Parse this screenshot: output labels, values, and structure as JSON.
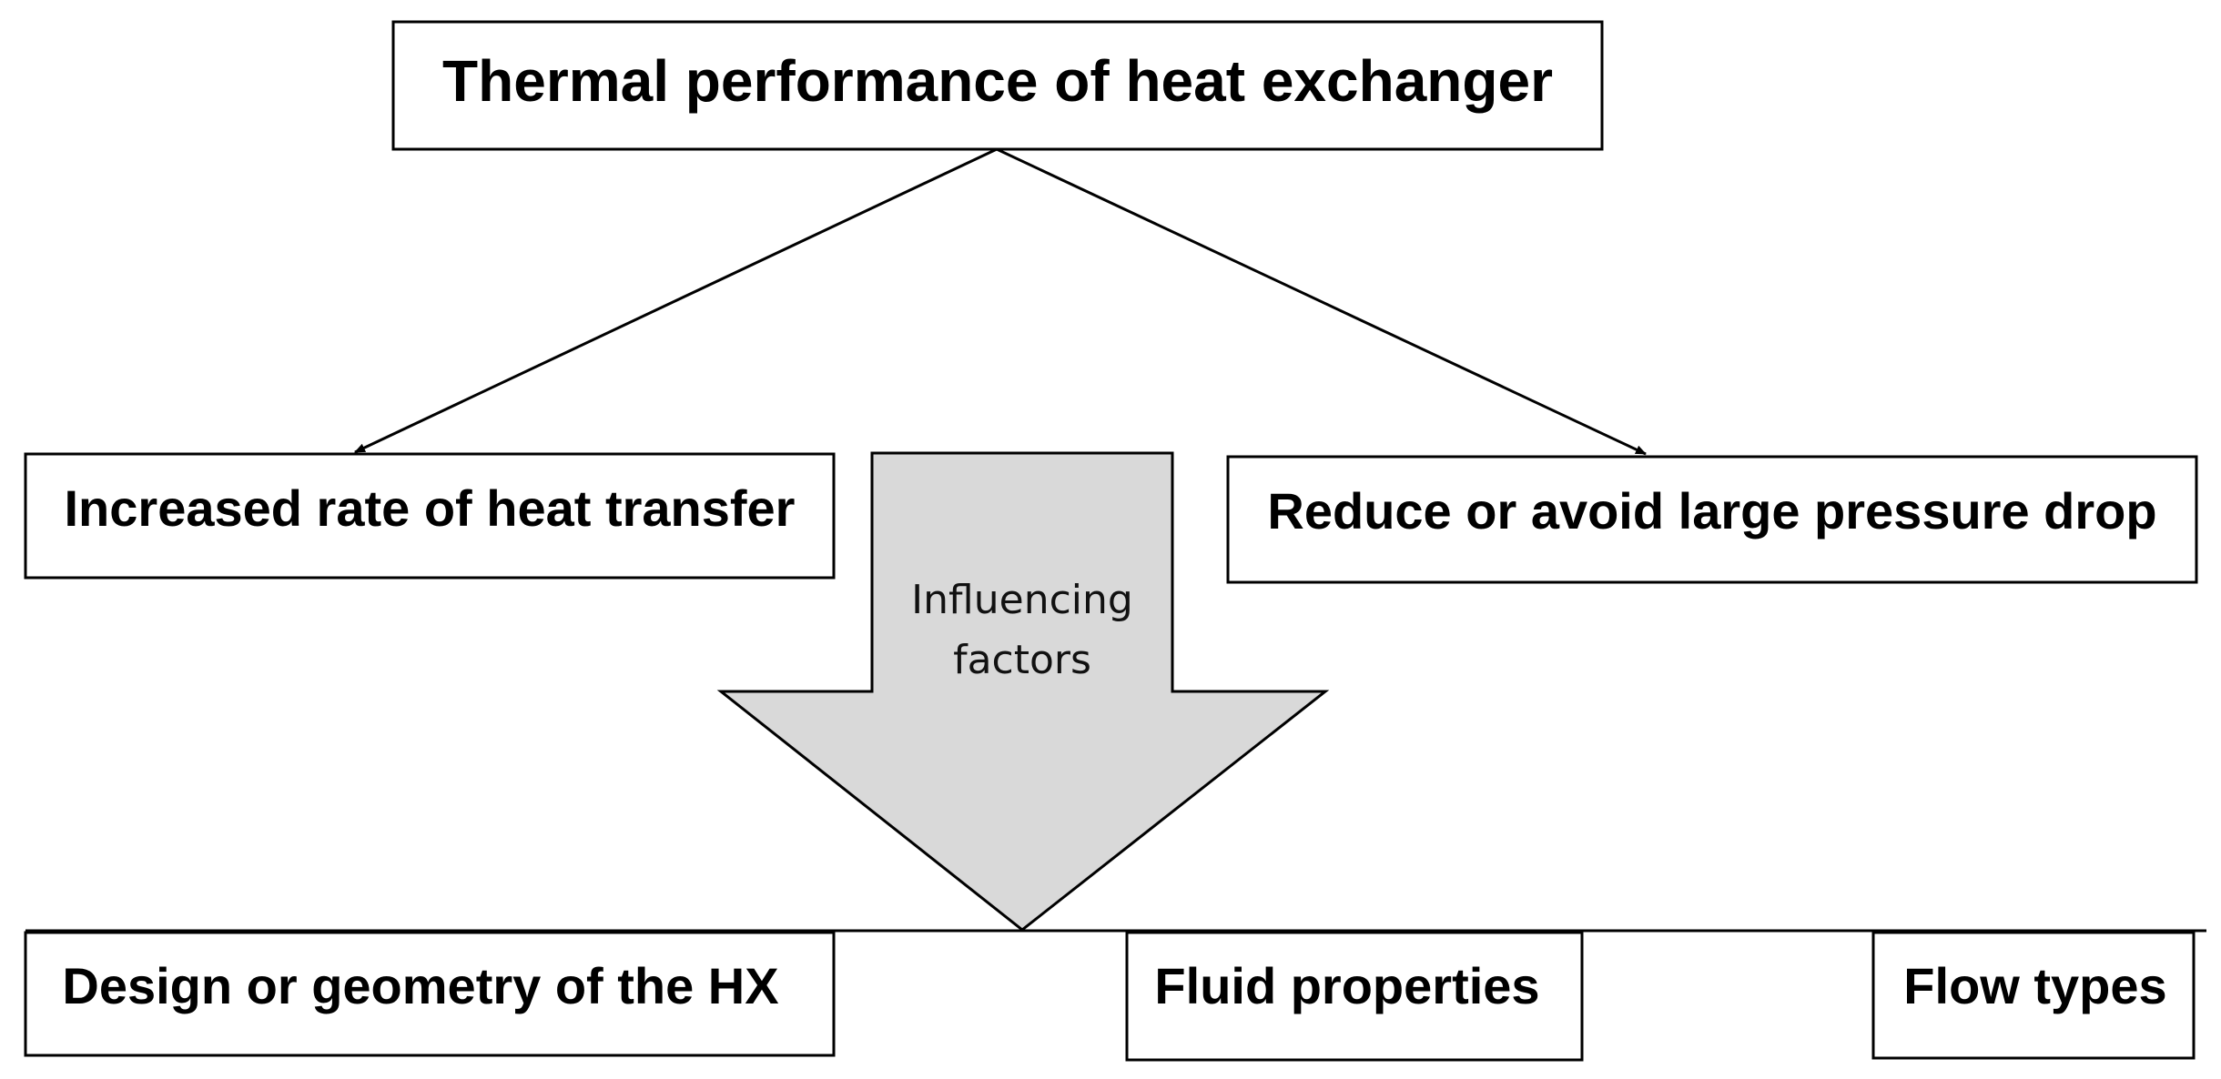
{
  "title": "Thermal performance of heat exchanger",
  "objectives": {
    "left": "Increased rate of heat transfer",
    "right": "Reduce or avoid large pressure drop"
  },
  "arrow": {
    "line1": "Influencing",
    "line2": "factors"
  },
  "factors": {
    "design": "Design or geometry of the HX",
    "fluid": "Fluid properties",
    "flow": "Flow types"
  },
  "colors": {
    "stroke": "#000000",
    "box_fill": "#ffffff",
    "arrow_fill": "#d9d9d9",
    "background": "#ffffff"
  }
}
